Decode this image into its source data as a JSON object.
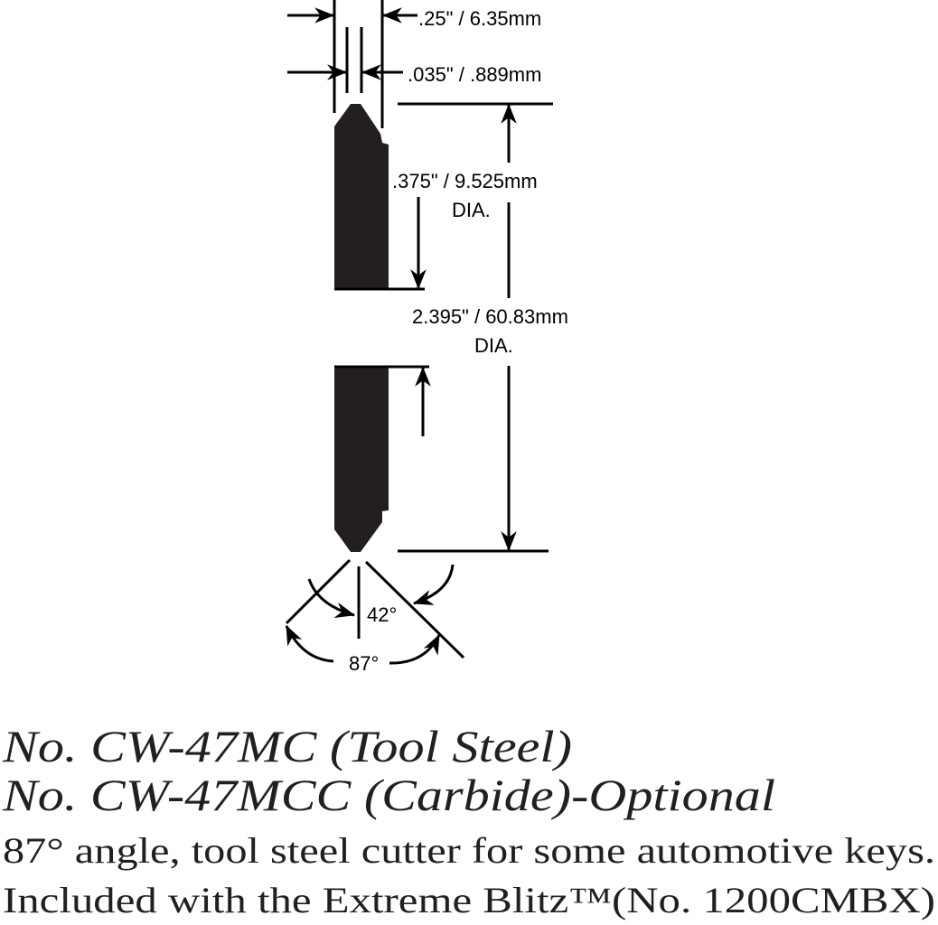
{
  "dimensions": {
    "overall_width": ".25\" / 6.35mm",
    "tip_width": ".035\" / .889mm",
    "shank_dia": ".375\" / 9.525mm",
    "shank_dia_suffix": "DIA.",
    "overall_dia": "2.395\" / 60.83mm",
    "overall_dia_suffix": "DIA.",
    "half_angle": "42°",
    "full_angle": "87°"
  },
  "caption": {
    "model_tool_steel": "No. CW-47MC (Tool Steel)",
    "model_carbide": "No. CW-47MCC (Carbide)-Optional",
    "description": "87° angle, tool steel cutter for some automotive keys.",
    "included_with": "Included with the Extreme Blitz™(No. 1200CMBX)"
  },
  "colors": {
    "ink": "#000000",
    "text": "#231f20"
  }
}
